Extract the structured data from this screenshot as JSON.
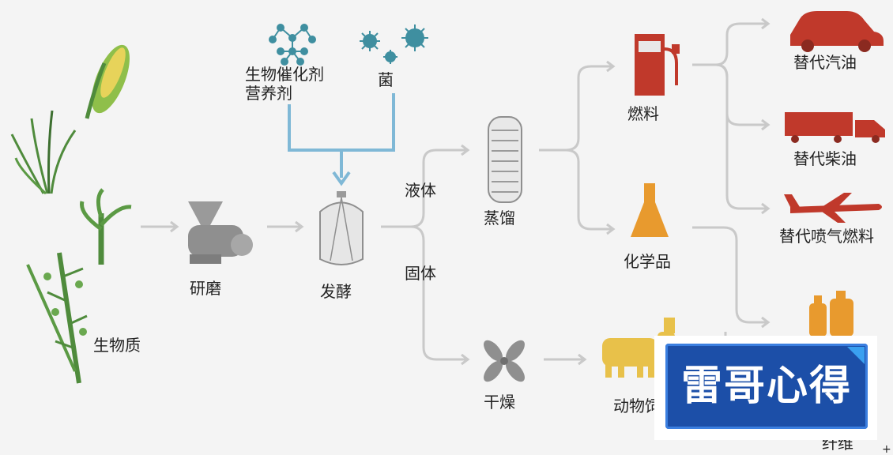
{
  "labels": {
    "biomass": "生物质",
    "grinding": "研磨",
    "catalyst_line1": "生物催化剂",
    "catalyst_line2": "营养剂",
    "bacteria": "菌",
    "fermentation": "发酵",
    "liquid": "液体",
    "solid": "固体",
    "distillation": "蒸馏",
    "drying": "干燥",
    "fuel": "燃料",
    "chemicals": "化学品",
    "animal_feed": "动物饲",
    "gasoline": "替代汽油",
    "diesel": "替代柴油",
    "jet_fuel": "替代喷气燃料",
    "fiber": "纤维",
    "plus": "+"
  },
  "watermark": {
    "text": "雷哥心得"
  },
  "colors": {
    "arrow_gray": "#c9c9c9",
    "arrow_blue": "#7fb8d6",
    "plant_green": "#4f8b3c",
    "machine_gray": "#9a9a9a",
    "fuel_red": "#c0392b",
    "chem_orange": "#e89a2e",
    "cow_yellow": "#e8c14a",
    "molecule_teal": "#3f8fa0",
    "badge_blue": "#1c4fa8"
  }
}
